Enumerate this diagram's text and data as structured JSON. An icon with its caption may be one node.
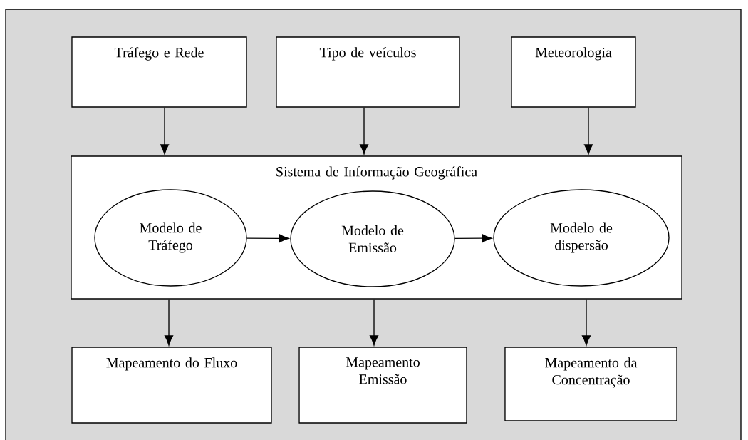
{
  "diagram": {
    "nodes": [
      {
        "text": [
          "Tráfego e  Rede"
        ]
      },
      {
        "text": [
          "Tipo de veículos"
        ]
      },
      {
        "text": [
          "Meteorologia"
        ]
      },
      {
        "text": [
          "Sistema de Informação Geográfica"
        ]
      },
      {
        "text": [
          "Modelo de Tráfego"
        ],
        "in": 3
      },
      {
        "text": [
          "Modelo de Emissão"
        ],
        "in": 3
      },
      {
        "text": [
          "Modelo de dispersão"
        ],
        "in": 3
      },
      {
        "text": [
          "Mapeamento do Fluxo"
        ]
      },
      {
        "text": [
          "Mapeamento Emissão"
        ]
      },
      {
        "text": [
          "Mapeamento da Concentração"
        ]
      }
    ],
    "edges": [
      {
        "from": 0,
        "to": 3,
        "arrow": "to"
      },
      {
        "from": 1,
        "to": 3,
        "arrow": "to"
      },
      {
        "from": 2,
        "to": 3,
        "arrow": "to"
      },
      {
        "from": 4,
        "to": 5,
        "arrow": "to"
      },
      {
        "from": 5,
        "to": 6,
        "arrow": "to"
      },
      {
        "from": 3,
        "to": 7,
        "arrow": "to"
      },
      {
        "from": 3,
        "to": 8,
        "arrow": "to"
      },
      {
        "from": 3,
        "to": 9,
        "arrow": "to"
      }
    ]
  }
}
